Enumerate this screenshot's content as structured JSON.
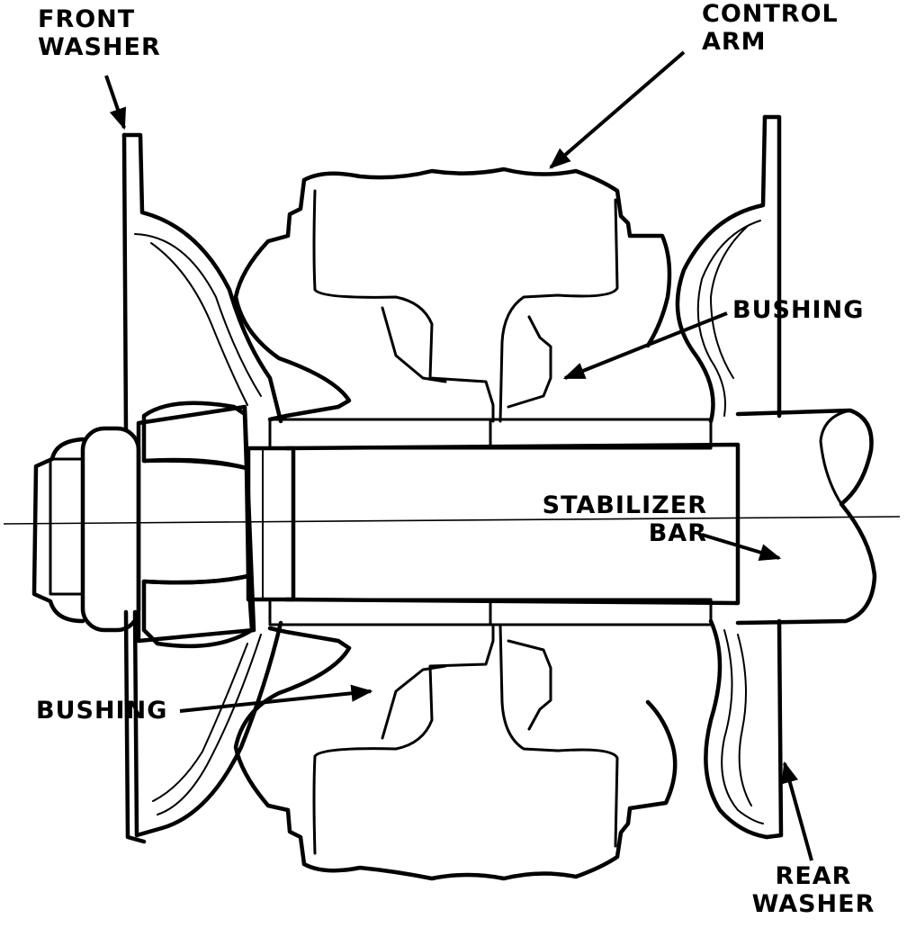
{
  "labels": {
    "front_washer": [
      "FRONT",
      "WASHER"
    ],
    "control_arm": [
      "CONTROL",
      "ARM"
    ],
    "bushing_upper": "BUSHING",
    "stabilizer_bar": [
      "STABILIZER",
      "BAR"
    ],
    "bushing_lower": "BUSHING",
    "rear_washer": [
      "REAR",
      "WASHER"
    ]
  },
  "colors": {
    "ink": "#000000",
    "background": "#ffffff"
  }
}
